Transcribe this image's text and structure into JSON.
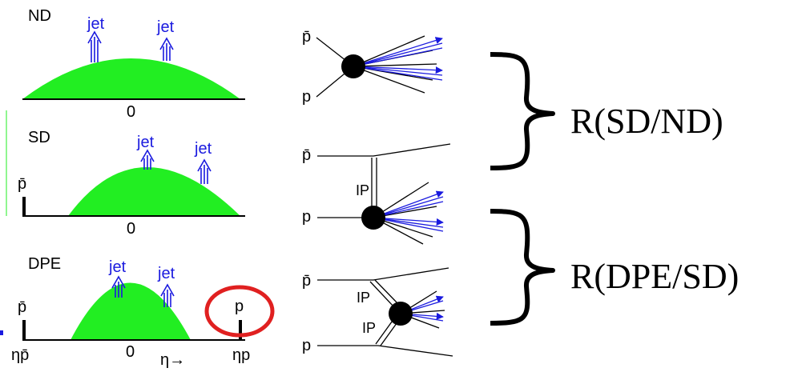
{
  "panels": {
    "nd": {
      "title": "ND",
      "zero": "0",
      "jet1": "jet",
      "jet2": "jet"
    },
    "sd": {
      "title": "SD",
      "zero": "0",
      "jet1": "jet",
      "jet2": "jet",
      "pbar": "p̄"
    },
    "dpe": {
      "title": "DPE",
      "zero": "0",
      "jet1": "jet",
      "jet2": "jet",
      "pbar": "p̄",
      "p": "p",
      "eta_pbar": "ηp̄",
      "eta_p": "ηp",
      "eta_axis": "η→"
    }
  },
  "feynman": {
    "nd": {
      "pbar": "p̄",
      "p": "p"
    },
    "sd": {
      "pbar": "p̄",
      "p": "p",
      "pomeron": "IP"
    },
    "dpe": {
      "pbar": "p̄",
      "p": "p",
      "pomeron1": "IP",
      "pomeron2": "IP"
    }
  },
  "ratios": {
    "sd_nd": "R(SD/ND)",
    "dpe_sd": "R(DPE/SD)"
  },
  "colors": {
    "mound": "#22ee22",
    "jet": "#1a1adf",
    "circle": "#e02020",
    "ink": "#000000"
  }
}
